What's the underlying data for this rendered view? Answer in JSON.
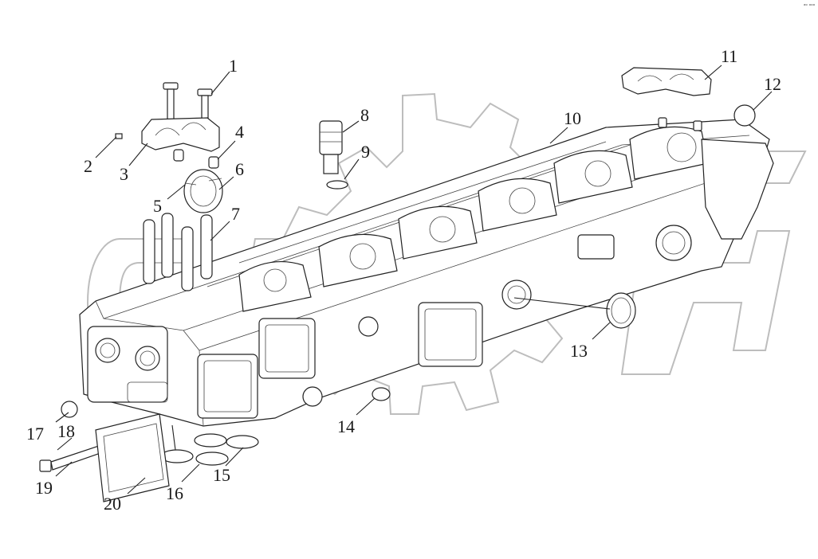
{
  "corner_mark": "ᵃᵒ ᵒᵒᵒ",
  "callouts": {
    "c1": "1",
    "c2": "2",
    "c3": "3",
    "c4": "4",
    "c5": "5",
    "c6": "6",
    "c7": "7",
    "c8": "8",
    "c9": "9",
    "c10": "10",
    "c11": "11",
    "c12": "12",
    "c13": "13",
    "c14": "14",
    "c15": "15",
    "c16": "16",
    "c17": "17",
    "c18": "18",
    "c19": "19",
    "c20": "20"
  }
}
